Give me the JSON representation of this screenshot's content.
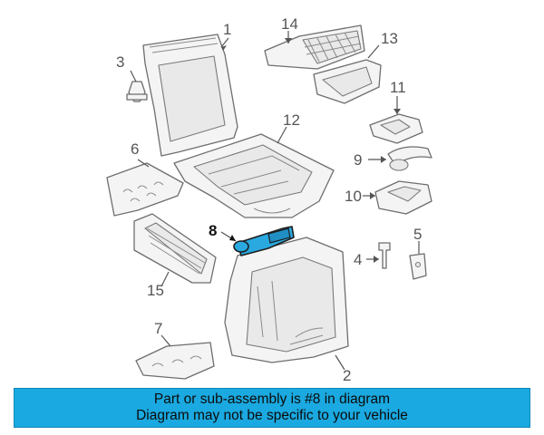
{
  "diagram": {
    "callouts": [
      "1",
      "2",
      "3",
      "4",
      "5",
      "6",
      "7",
      "8",
      "9",
      "10",
      "11",
      "12",
      "13",
      "14",
      "15"
    ],
    "highlighted_part": "8",
    "highlight_color": "#29a9e0"
  },
  "banner": {
    "line1": "Part or sub-assembly is #8 in diagram",
    "line2": "Diagram may not be specific to your vehicle",
    "background": "#1aa9e0"
  }
}
